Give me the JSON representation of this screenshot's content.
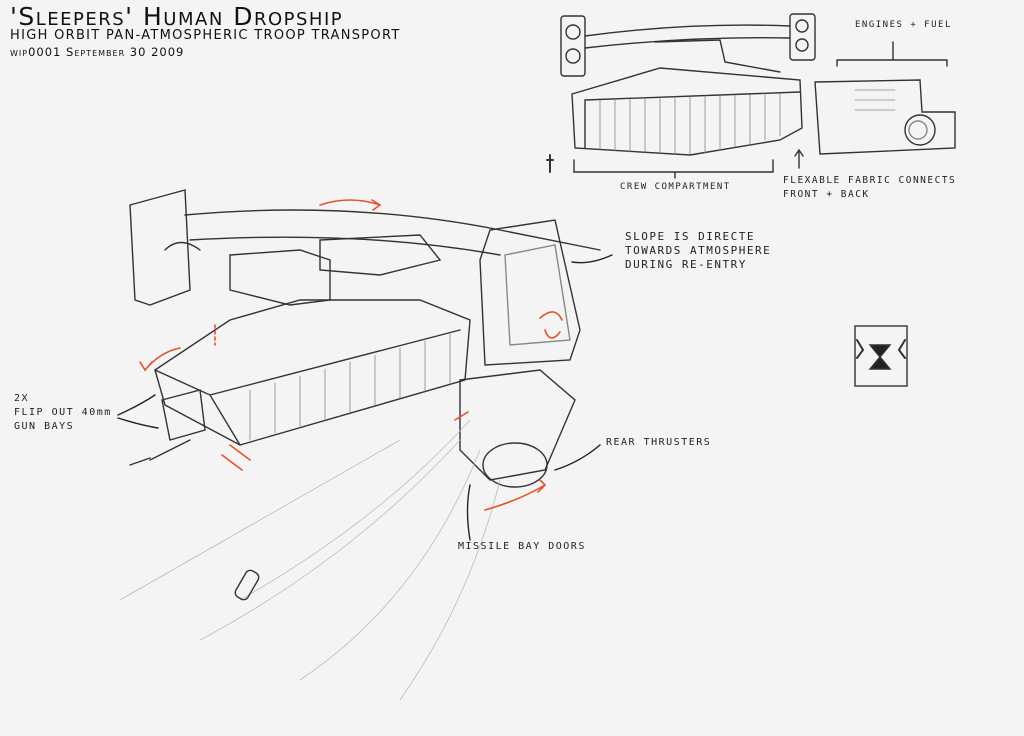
{
  "title": "'Sleepers' Human Dropship",
  "subtitle": "HIGH ORBIT PAN-ATMOSPHERIC TROOP TRANSPORT",
  "version_date": "wip0001 September 30 2009",
  "annotations": {
    "engines_fuel": "ENGINES + FUEL",
    "crew_compartment": "CREW COMPARTMENT",
    "flexible_fabric": "FLEXABLE FABRIC CONNECTS\nFRONT + BACK",
    "slope": "SLOPE IS DIRECTE\nTOWARDS ATMOSPHERE\nDURING RE-ENTRY",
    "gun_bays": "2X\nFLIP OUT 40mm\nGUN BAYS",
    "rear_thrusters": "REAR THRUSTERS",
    "missile_bay_doors": "MISSILE BAY DOORS"
  },
  "colors": {
    "ink": "#222222",
    "accent": "#e8502a",
    "paper": "#f4f4f4"
  }
}
